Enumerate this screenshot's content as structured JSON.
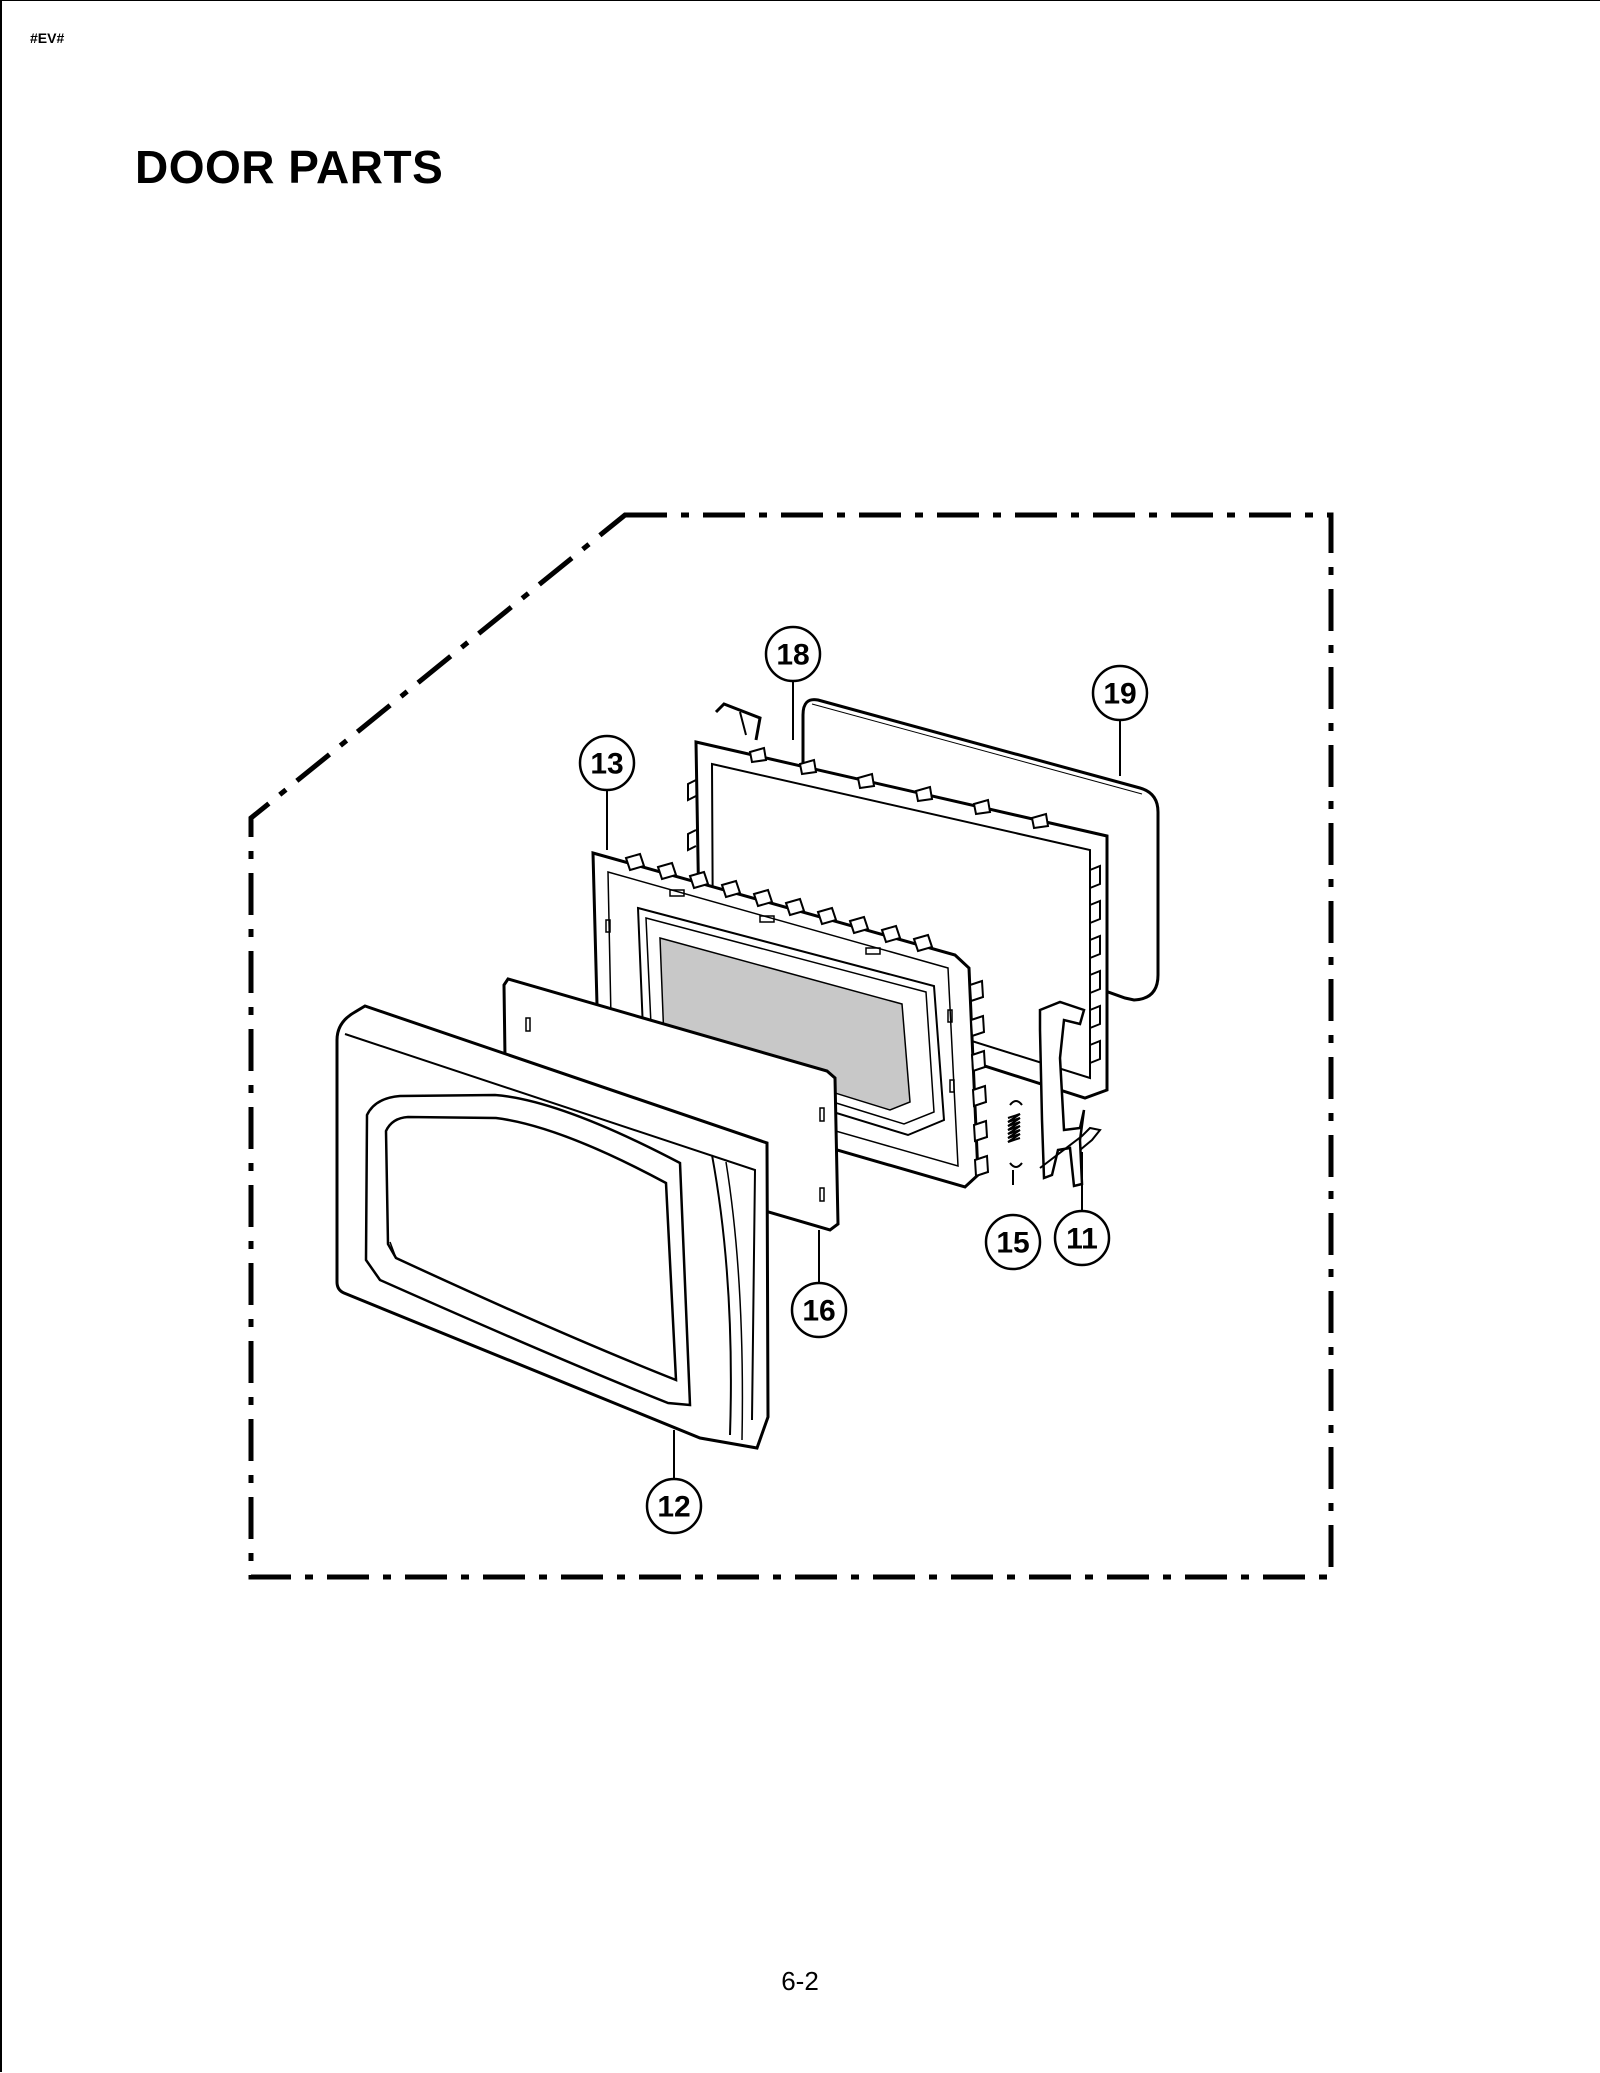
{
  "header": {
    "code": "#EV#",
    "title": "DOOR PARTS"
  },
  "diagram": {
    "callouts": [
      {
        "id": "c18",
        "label": "18"
      },
      {
        "id": "c19",
        "label": "19"
      },
      {
        "id": "c13",
        "label": "13"
      },
      {
        "id": "c15",
        "label": "15"
      },
      {
        "id": "c11",
        "label": "11"
      },
      {
        "id": "c16",
        "label": "16"
      },
      {
        "id": "c12",
        "label": "12"
      }
    ]
  },
  "footer": {
    "page_number": "6-2"
  }
}
